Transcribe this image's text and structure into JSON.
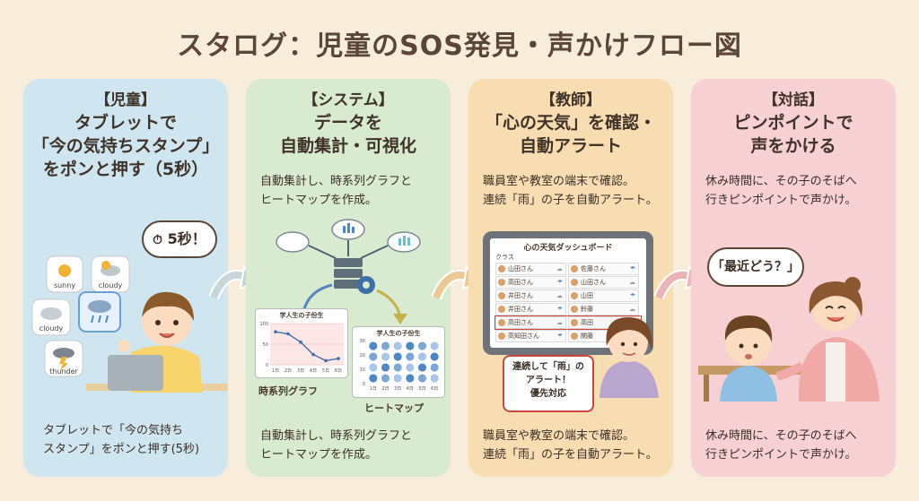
{
  "title": "スタログ：児童のSOS発見・声かけフロー図",
  "panels": [
    {
      "tag": "【児童】",
      "heading": [
        "タブレットで",
        "「今の気持ちスタンプ」",
        "をポンと押す（5秒）"
      ],
      "timer_label": "5秒！",
      "stamps": [
        "sunny",
        "cloudy",
        "cloudy",
        "thunder"
      ],
      "bottom_text": [
        "タブレットで「今の気持ち",
        "スタンプ」をポンと押す(5秒)"
      ]
    },
    {
      "tag": "【システム】",
      "heading": [
        "データを",
        "自動集計・可視化"
      ],
      "top_text": [
        "自動集計し、時系列グラフと",
        "ヒートマップを作成。"
      ],
      "line_chart": {
        "title": "学人生の子份生",
        "y_ticks": [
          "100",
          "50",
          "0"
        ],
        "x_ticks": [
          "1日",
          "2日",
          "3日",
          "4日",
          "5日",
          "6日"
        ],
        "values": [
          80,
          75,
          55,
          25,
          10,
          15
        ],
        "label": "時系列グラフ"
      },
      "heatmap": {
        "title": "学人生の子份生",
        "y_ticks": [
          "30",
          "20",
          "10",
          "0"
        ],
        "x_ticks": [
          "1日",
          "2日",
          "3日",
          "4日",
          "5日",
          "6日"
        ],
        "label": "ヒートマップ"
      },
      "bottom_text": [
        "自動集計し、時系列グラフと",
        "ヒートマップを作成。"
      ]
    },
    {
      "tag": "【教師】",
      "heading": [
        "「心の天気」を確認・",
        "自動アラート"
      ],
      "top_text": [
        "職員室や教室の端末で確認。",
        "連続「雨」の子を自動アラート。"
      ],
      "dashboard": {
        "title": "心の天気ダッシュボード",
        "class_label": "クラス",
        "rows": [
          [
            "山田さん",
            "佐藤さん"
          ],
          [
            "高田さん",
            "山田さん"
          ],
          [
            "井田さん",
            "山田"
          ],
          [
            "井田さん",
            "鈴藤"
          ],
          [
            "高田さん",
            "高田"
          ],
          [
            "高知田さん",
            "関藤"
          ]
        ]
      },
      "alert_text": [
        "連続して「雨」の",
        "アラート！",
        "優先対応"
      ],
      "bottom_text": [
        "職員室や教室の端末で確認。",
        "連続「雨」の子を自動アラート。"
      ]
    },
    {
      "tag": "【対話】",
      "heading": [
        "ピンポイントで",
        "声をかける"
      ],
      "top_text": [
        "休み時間に、その子のそばへ",
        "行きピンポイントで声かけ。"
      ],
      "speech": "「最近どう？」",
      "bottom_text": [
        "休み時間に、その子のそばへ",
        "行きピンポイントで声かけ。"
      ]
    }
  ]
}
